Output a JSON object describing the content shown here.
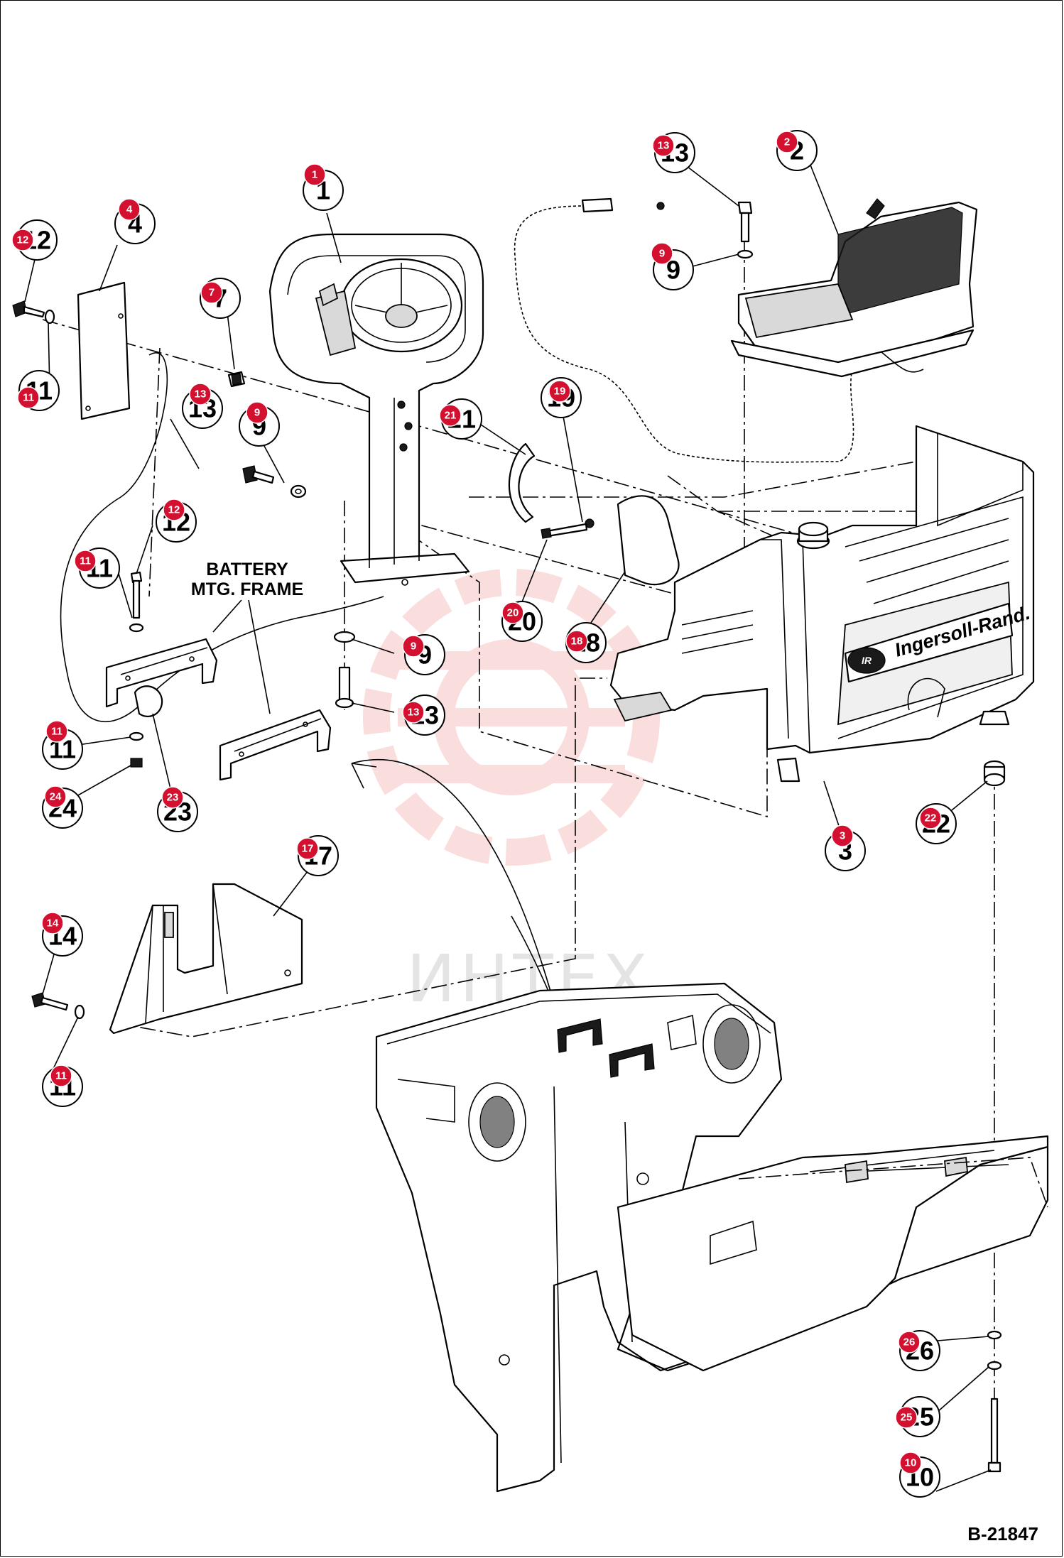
{
  "labels": {
    "battery_frame_line1": "BATTERY",
    "battery_frame_line2": "MTG. FRAME",
    "brand_text": "Ingersoll-Rand.",
    "brand_mark": "IR",
    "watermark_text": "ИНТЕХ",
    "drawing_number": "B-21847"
  },
  "callouts": [
    {
      "id": "c1",
      "number": "1"
    },
    {
      "id": "c2",
      "number": "2"
    },
    {
      "id": "c3",
      "number": "3"
    },
    {
      "id": "c4",
      "number": "4"
    },
    {
      "id": "c7",
      "number": "7"
    },
    {
      "id": "c9a",
      "number": "9"
    },
    {
      "id": "c9b",
      "number": "9"
    },
    {
      "id": "c9c",
      "number": "9"
    },
    {
      "id": "c10",
      "number": "10"
    },
    {
      "id": "c11a",
      "number": "11"
    },
    {
      "id": "c11b",
      "number": "11"
    },
    {
      "id": "c11c",
      "number": "11"
    },
    {
      "id": "c11d",
      "number": "11"
    },
    {
      "id": "c12a",
      "number": "12"
    },
    {
      "id": "c12b",
      "number": "12"
    },
    {
      "id": "c13a",
      "number": "13"
    },
    {
      "id": "c13b",
      "number": "13"
    },
    {
      "id": "c13c",
      "number": "13"
    },
    {
      "id": "c14",
      "number": "14"
    },
    {
      "id": "c17",
      "number": "17"
    },
    {
      "id": "c18",
      "number": "18"
    },
    {
      "id": "c19",
      "number": "19"
    },
    {
      "id": "c20",
      "number": "20"
    },
    {
      "id": "c21",
      "number": "21"
    },
    {
      "id": "c22",
      "number": "22"
    },
    {
      "id": "c23",
      "number": "23"
    },
    {
      "id": "c24",
      "number": "24"
    },
    {
      "id": "c25",
      "number": "25"
    },
    {
      "id": "c26",
      "number": "26"
    }
  ],
  "colors": {
    "marker": "#d3102f",
    "line": "#000000",
    "watermark": "#f2b8b8"
  }
}
